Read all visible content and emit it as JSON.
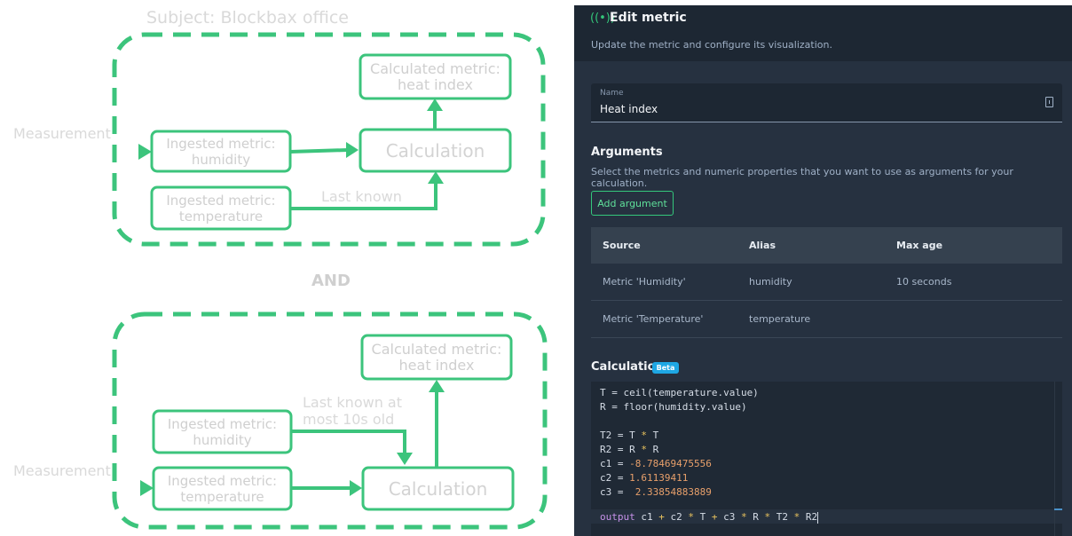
{
  "diagram": {
    "subject_title": "Subject: Blockbax office",
    "and_label": "AND",
    "top": {
      "measurement": "Measurement",
      "ingested_humidity": "Ingested metric:\nhumidity",
      "ingested_temperature": "Ingested metric:\ntemperature",
      "calculation": "Calculation",
      "calculated": "Calculated metric:\nheat index",
      "last_known": "Last known"
    },
    "bottom": {
      "measurement": "Measurement",
      "ingested_humidity": "Ingested metric:\nhumidity",
      "ingested_temperature": "Ingested metric:\ntemperature",
      "calculation": "Calculation",
      "calculated": "Calculated metric:\nheat index",
      "last_known": "Last known at\nmost 10s old"
    },
    "colors": {
      "accent": "#3cc47c",
      "text": "#d9d9d9"
    }
  },
  "panel": {
    "title_icon": "broadcast-icon",
    "title": "Edit metric",
    "subtitle": "Update the metric and configure its visualization.",
    "name_field": {
      "label": "Name",
      "value": "Heat index",
      "icon": "document-icon"
    },
    "arguments": {
      "title": "Arguments",
      "description": "Select the metrics and numeric properties that you want to use as arguments for your calculation.",
      "add_button": "Add argument",
      "columns": [
        "Source",
        "Alias",
        "Max age"
      ],
      "rows": [
        {
          "source": "Metric 'Humidity'",
          "alias": "humidity",
          "max_age": "10 seconds"
        },
        {
          "source": "Metric 'Temperature'",
          "alias": "temperature",
          "max_age": ""
        }
      ]
    },
    "calculation": {
      "title": "Calculation",
      "badge": "Beta",
      "lines": {
        "l1": "T = ceil(temperature.value)",
        "l2": "R = floor(humidity.value)",
        "t2_a": "T2 = T ",
        "t2_op": "*",
        "t2_b": " T",
        "r2_a": "R2 = R ",
        "r2_op": "*",
        "r2_b": " R",
        "c1_a": "c1 = ",
        "c1_v": "-8.78469475556",
        "c2_a": "c2 = ",
        "c2_v": "1.61139411",
        "c3_a": "c3 =  ",
        "c3_v": "2.33854883889",
        "out_kw": "output",
        "out_1": " c1 ",
        "out_op1": "+",
        "out_2": " c2 ",
        "out_op2": "*",
        "out_3": " T ",
        "out_op3": "+",
        "out_4": " c3 ",
        "out_op4": "*",
        "out_5": " R ",
        "out_op5": "*",
        "out_6": " T2 ",
        "out_op6": "*",
        "out_7": " R2"
      }
    },
    "colors": {
      "panel_bg": "#263140",
      "header_bg": "#1d2733",
      "accent": "#34c77b",
      "beta": "#1ea7e4",
      "number": "#e8a06b",
      "keyword": "#c792ea"
    }
  }
}
